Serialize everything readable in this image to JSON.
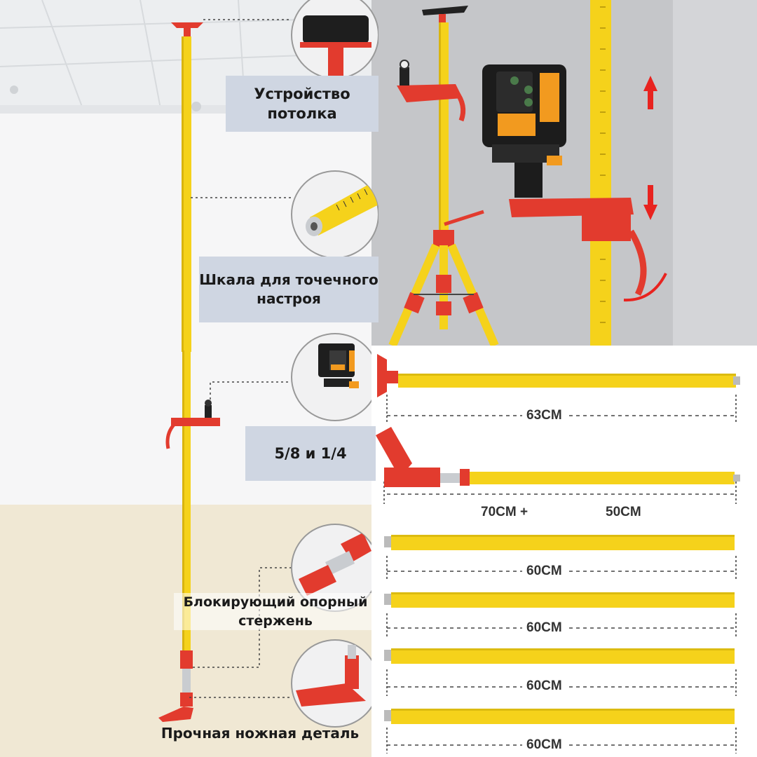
{
  "labels": {
    "ceiling": "Устройство потолка",
    "scale": "Шкала для точечного настроя",
    "thread": "5/8 и 1/4",
    "lock_rod": "Блокирующий опорный стержень",
    "foot": "Прочная ножная деталь"
  },
  "segments": {
    "top": "63CM",
    "middle_a": "70CM +",
    "middle_b": "50CM",
    "s1": "60CM",
    "s2": "60CM",
    "s3": "60CM"
  },
  "colors": {
    "pole_yellow": "#f5d21b",
    "pole_red": "#e23b2e",
    "label_bg": "#cfd6e2",
    "arrow_red": "#e8231f"
  }
}
